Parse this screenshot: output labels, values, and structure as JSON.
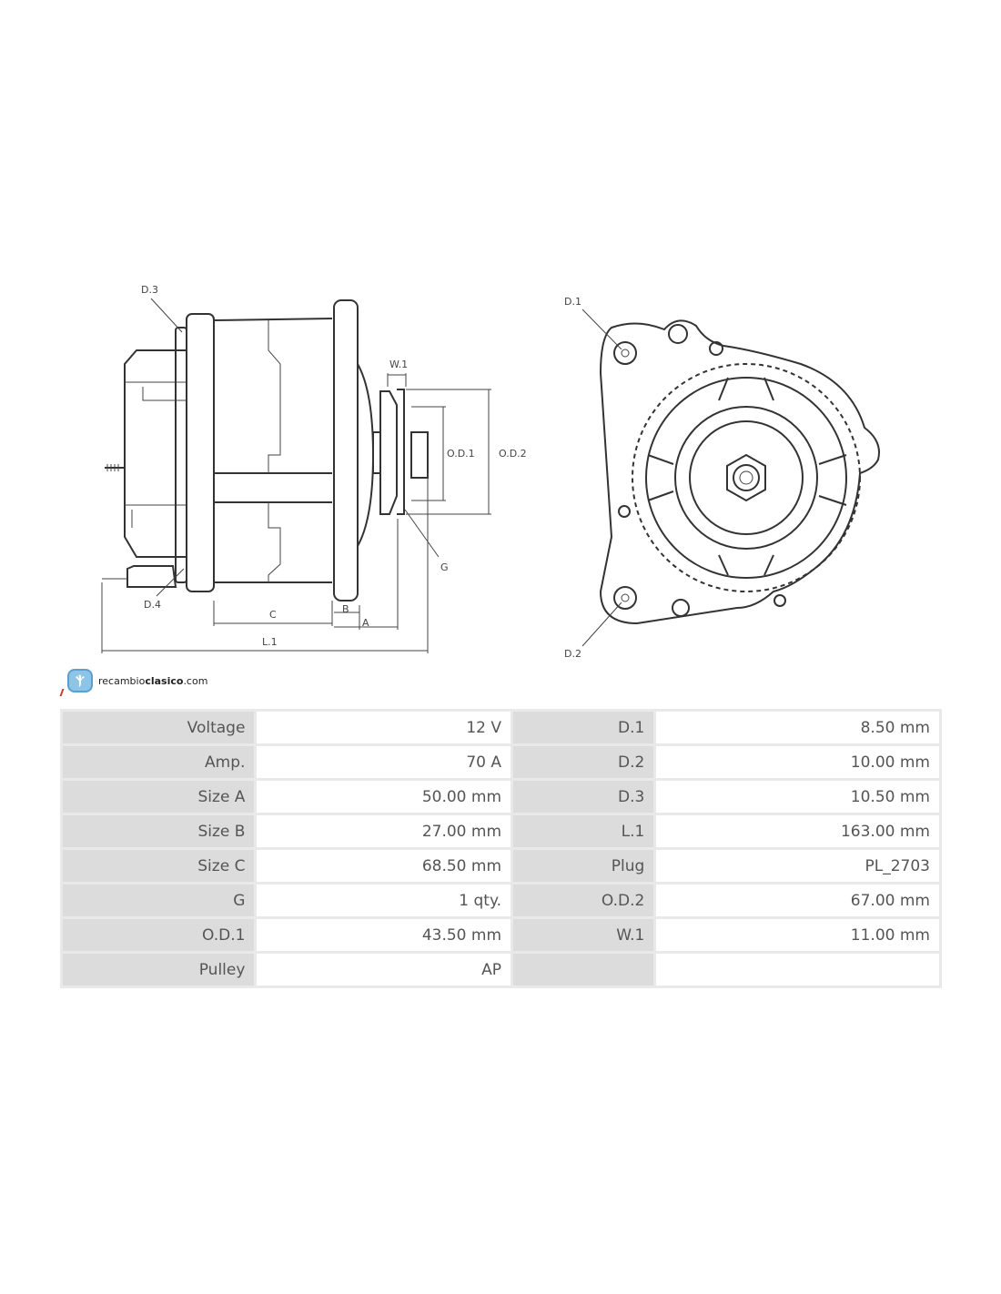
{
  "diagram": {
    "side_labels": {
      "d3": "D.3",
      "w1": "W.1",
      "od1": "O.D.1",
      "od2": "O.D.2",
      "g": "G",
      "d4": "D.4",
      "c": "C",
      "b": "B",
      "a": "A",
      "l1": "L.1"
    },
    "front_labels": {
      "d1": "D.1",
      "d2": "D.2"
    }
  },
  "logo": {
    "text_regular": "recambio",
    "text_bold": "clasico",
    "text_suffix": ".com"
  },
  "specs": [
    {
      "label1": "Voltage",
      "value1": "12 V",
      "label2": "D.1",
      "value2": "8.50 mm"
    },
    {
      "label1": "Amp.",
      "value1": "70 A",
      "label2": "D.2",
      "value2": "10.00 mm"
    },
    {
      "label1": "Size A",
      "value1": "50.00 mm",
      "label2": "D.3",
      "value2": "10.50 mm"
    },
    {
      "label1": "Size B",
      "value1": "27.00 mm",
      "label2": "L.1",
      "value2": "163.00 mm"
    },
    {
      "label1": "Size C",
      "value1": "68.50 mm",
      "label2": "Plug",
      "value2": "PL_2703"
    },
    {
      "label1": "G",
      "value1": "1 qty.",
      "label2": "O.D.2",
      "value2": "67.00 mm"
    },
    {
      "label1": "O.D.1",
      "value1": "43.50 mm",
      "label2": "W.1",
      "value2": "11.00 mm"
    },
    {
      "label1": "Pulley",
      "value1": "AP",
      "label2": "",
      "value2": ""
    }
  ]
}
